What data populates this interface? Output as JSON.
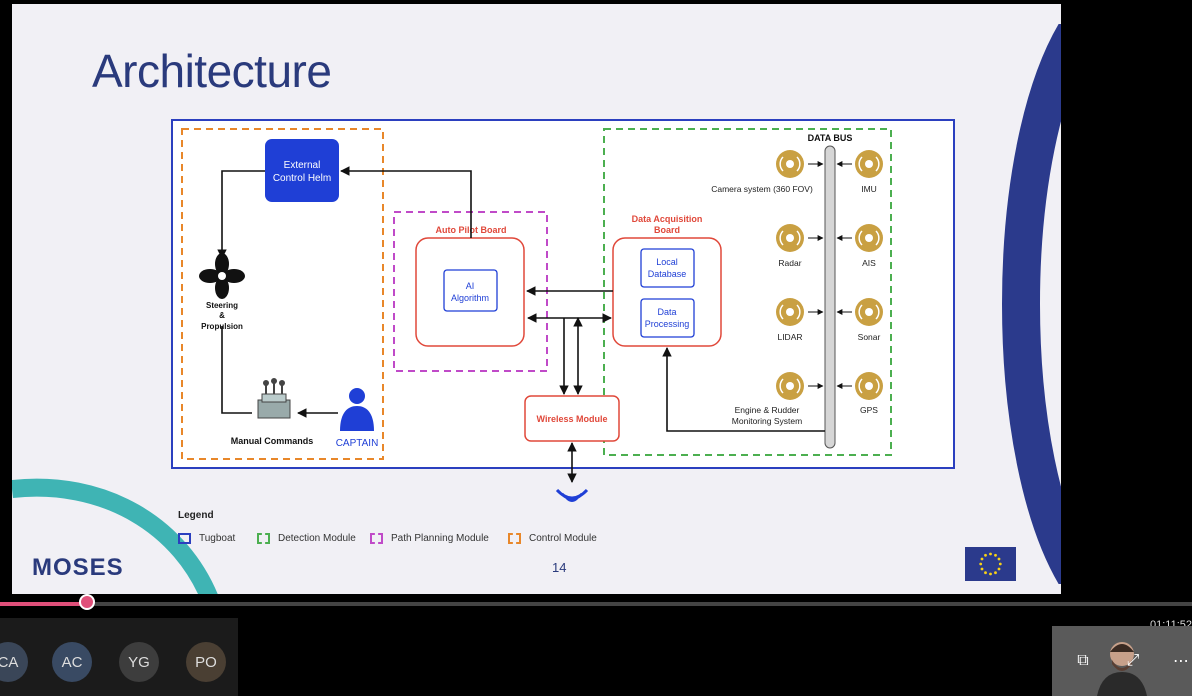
{
  "slide": {
    "title": "Architecture",
    "page_number": "14",
    "logo_text": "MOSES"
  },
  "diagram": {
    "external_helm": [
      "External",
      "Control Helm"
    ],
    "steering": [
      "Steering",
      "&",
      "Propulsion"
    ],
    "manual_commands": "Manual Commands",
    "captain": "CAPTAIN",
    "autopilot_title": "Auto Pilot Board",
    "ai_algorithm": [
      "AI",
      "Algorithm"
    ],
    "data_acq_title": [
      "Data Acquisition",
      "Board"
    ],
    "local_db": [
      "Local",
      "Database"
    ],
    "data_processing": [
      "Data",
      "Processing"
    ],
    "wireless": "Wireless Module",
    "data_bus": "DATA BUS",
    "sensors": {
      "camera": "Camera system (360 FOV)",
      "imu": "IMU",
      "radar": "Radar",
      "ais": "AIS",
      "lidar": "LIDAR",
      "sonar": "Sonar",
      "engine": [
        "Engine & Rudder",
        "Monitoring System"
      ],
      "gps": "GPS"
    }
  },
  "legend": {
    "title": "Legend",
    "items": [
      {
        "label": "Tugboat",
        "color": "#2b3fbf",
        "style": "solid"
      },
      {
        "label": "Detection Module",
        "color": "#4caf50",
        "style": "dashed"
      },
      {
        "label": "Path Planning Module",
        "color": "#c04ac8",
        "style": "dashed"
      },
      {
        "label": "Control Module",
        "color": "#e8872a",
        "style": "dashed"
      }
    ]
  },
  "colors": {
    "blue_box": "#1f3fd6",
    "red_box": "#e0483a",
    "sensor": "#c9a042",
    "title": "#2a3a7c"
  },
  "player": {
    "progress": 0.073,
    "timestamp": "01:11:52",
    "participants": [
      "CA",
      "AC",
      "YG",
      "PO"
    ]
  }
}
